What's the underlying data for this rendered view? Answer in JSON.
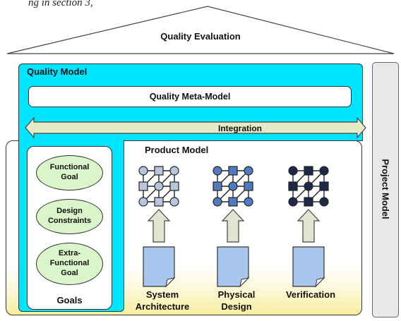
{
  "fragment_text": "ng in section 3,",
  "quality_evaluation": "Quality Evaluation",
  "quality_model": {
    "title": "Quality Model",
    "meta_model": "Quality Meta-Model",
    "integration": "Integration"
  },
  "goals": {
    "items": [
      {
        "lines": [
          "Functional",
          "Goal"
        ]
      },
      {
        "lines": [
          "Design",
          "Constraints"
        ]
      },
      {
        "lines": [
          "Extra-",
          "Functional",
          "Goal"
        ]
      }
    ],
    "label": "Goals",
    "fill_color": "#d9f5c9"
  },
  "product_model": {
    "title": "Product Model",
    "columns": [
      {
        "lines": [
          "System",
          "Architecture"
        ],
        "node_color": "#b8c6dd"
      },
      {
        "lines": [
          "Physical",
          "Design"
        ],
        "node_color": "#4f7cbf"
      },
      {
        "lines": [
          "Verification"
        ],
        "node_color": "#1c2a48"
      }
    ]
  },
  "project_model": "Project Model",
  "colors": {
    "quality_model": "#00e5ff",
    "document": "#a9c6ee",
    "arrow_up": "#e1e5cf",
    "integration_arrow": "#e4ecc6",
    "project_bar": "#e8e8e8"
  }
}
